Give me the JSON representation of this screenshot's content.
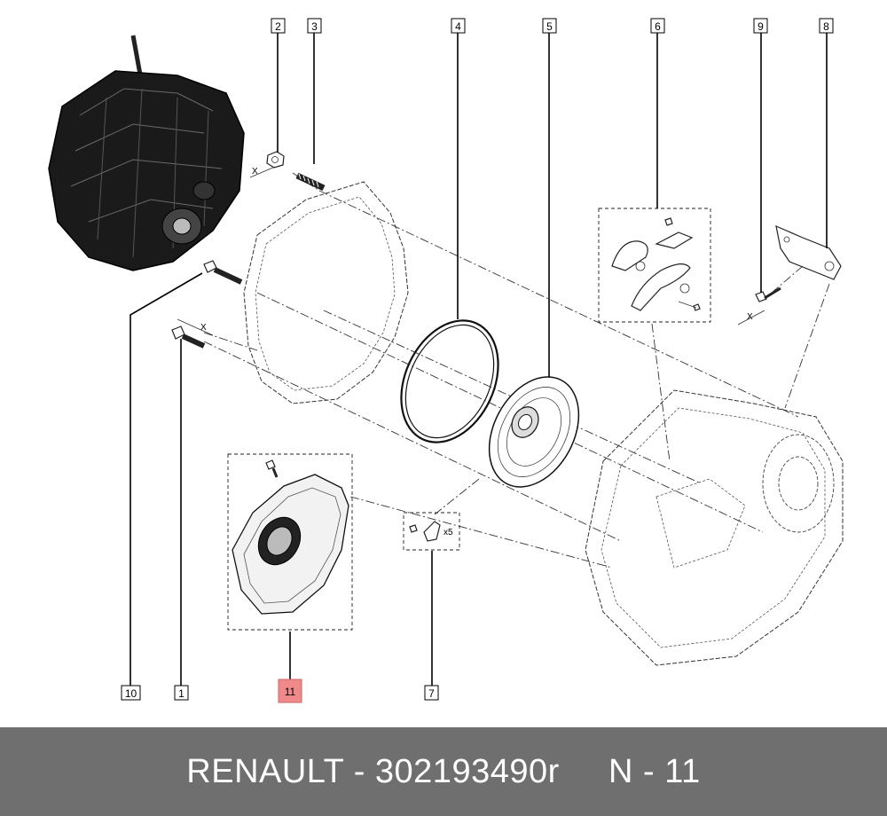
{
  "diagram": {
    "callouts": [
      {
        "id": "1",
        "highlighted": false
      },
      {
        "id": "2",
        "highlighted": false
      },
      {
        "id": "3",
        "highlighted": false
      },
      {
        "id": "4",
        "highlighted": false
      },
      {
        "id": "5",
        "highlighted": false
      },
      {
        "id": "6",
        "highlighted": false
      },
      {
        "id": "7",
        "highlighted": false
      },
      {
        "id": "8",
        "highlighted": false
      },
      {
        "id": "9",
        "highlighted": false
      },
      {
        "id": "10",
        "highlighted": false
      },
      {
        "id": "11",
        "highlighted": true
      }
    ],
    "highlight_color": "#f08a8a",
    "markers": {
      "x_near_nut": "X",
      "x_near_bolt": "X",
      "x_near_screw": "X",
      "qty_bracket": "x5"
    }
  },
  "footer": {
    "text": "RENAULT - 302193490r     N - 11",
    "background": "#6f6f6f",
    "color": "#ffffff"
  }
}
